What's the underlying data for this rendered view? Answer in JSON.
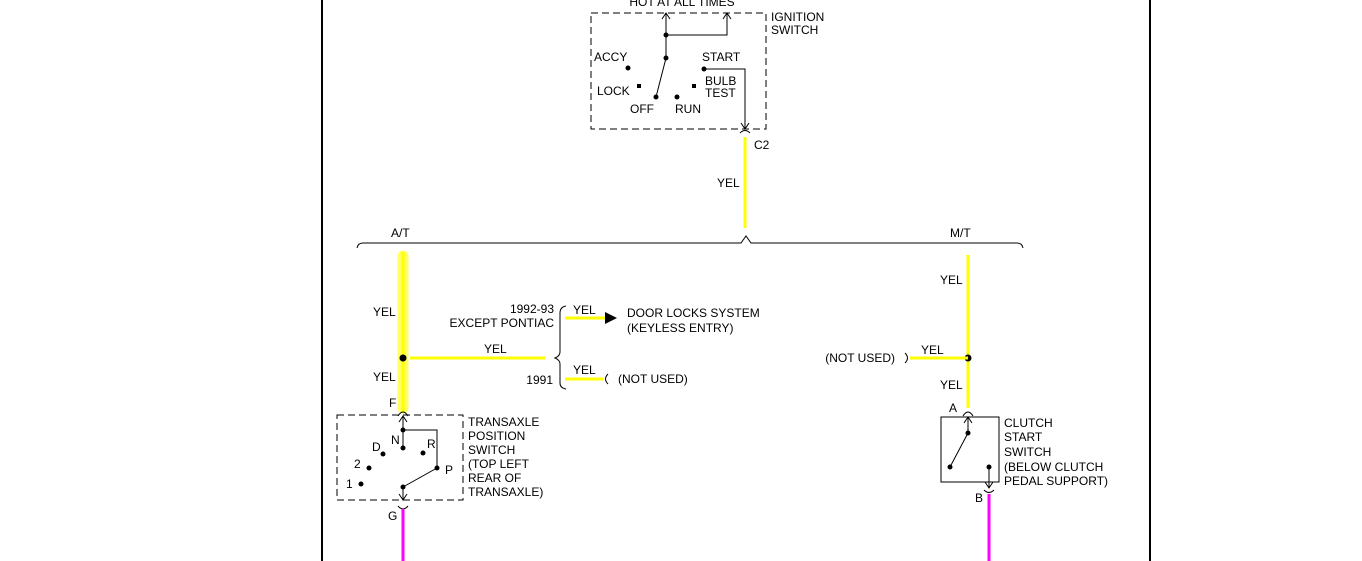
{
  "ignition_switch": {
    "label_lines": [
      "IGNITION",
      "SWITCH"
    ],
    "power_label": "HOT AT ALL TIMES",
    "positions": {
      "accy": "ACCY",
      "lock": "LOCK",
      "off": "OFF",
      "run": "RUN",
      "start": "START",
      "bulb_test_lines": [
        "BULB",
        "TEST"
      ]
    },
    "connector": "C2"
  },
  "branches": {
    "at": "A/T",
    "mt": "M/T"
  },
  "wire_colors": {
    "yel": "#ffff00",
    "pnk": "#ff00ff"
  },
  "wire_labels": {
    "main": "YEL",
    "at_upper": "YEL",
    "at_lower": "YEL",
    "at_splice": "YEL",
    "door_branch": "YEL",
    "unused_branch": "YEL",
    "mt_upper": "YEL",
    "mt_splice": "YEL",
    "mt_lower": "YEL"
  },
  "options": {
    "upper_lines": [
      "1992-93",
      "EXCEPT PONTIAC"
    ],
    "lower": "1991",
    "door_locks_lines": [
      "DOOR LOCKS SYSTEM",
      "(KEYLESS ENTRY)"
    ],
    "not_used": "(NOT USED)"
  },
  "mt_not_used": "(NOT USED)",
  "transaxle_switch": {
    "label_lines": [
      "TRANSAXLE",
      "POSITION",
      "SWITCH",
      "(TOP LEFT",
      "REAR OF",
      "TRANSAXLE)"
    ],
    "positions": {
      "n": "N",
      "d": "D",
      "r": "R",
      "two": "2",
      "one": "1",
      "p": "P"
    },
    "pin_in": "F",
    "pin_out": "G"
  },
  "clutch_switch": {
    "label_lines": [
      "CLUTCH",
      "START",
      "SWITCH",
      "(BELOW CLUTCH",
      "PEDAL SUPPORT)"
    ],
    "pin_in": "A",
    "pin_out": "B"
  }
}
